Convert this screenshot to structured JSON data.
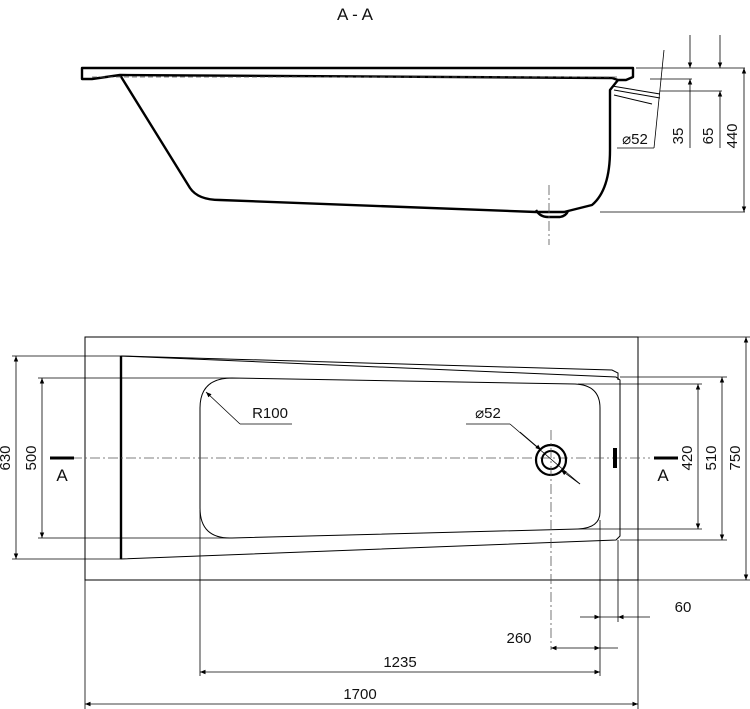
{
  "section": {
    "title": "A - A"
  },
  "section_dims": {
    "d_outlet": "⌀52",
    "h35": "35",
    "h65": "65",
    "h440": "440"
  },
  "plan_dims": {
    "radius": "R100",
    "d_drain": "⌀52",
    "w630": "630",
    "w500": "500",
    "w420": "420",
    "w510": "510",
    "w750": "750",
    "l60": "60",
    "l260": "260",
    "l1235": "1235",
    "l1700": "1700"
  },
  "section_mark": {
    "left": "A",
    "right": "A"
  },
  "colors": {
    "line": "#000000",
    "background": "#ffffff"
  }
}
